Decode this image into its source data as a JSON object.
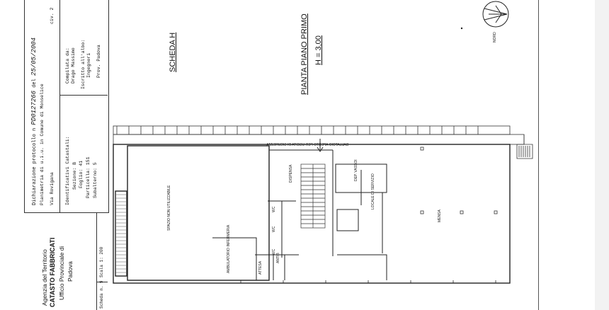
{
  "header": {
    "dichiarazione": "Dichiarazione protocollo n",
    "protocollo": "PD0127266",
    "del_label": "del",
    "del_date": "25/05/2004",
    "planimetria": "Planimetria di u.i.u. in Comune di Monselice",
    "indirizzo": "Via Rovigana",
    "civ": "civ. 2"
  },
  "identificativi": {
    "title": "Identificativi Catastali:",
    "sezione": "Sezione: B",
    "foglio": "Foglio: 41",
    "particella": "Particella: 151",
    "subalterno": "Subalterno: 5"
  },
  "compilata": {
    "title": "Compilata da:",
    "nome": "Drago Massimo",
    "iscritto": "Iscritto all'albo:",
    "albo": "Ingegneri",
    "prov": "Prov. Padova"
  },
  "agenzia": {
    "line1": "Agenzia del Territorio",
    "line2": "CATASTO FABBRICATI",
    "line3": "Ufficio Provinciale di",
    "line4": "Padova"
  },
  "scheda_bottom": "Scheda n. 9",
  "scala": "Scala 1: 200",
  "plan": {
    "scheda": "SCHEDA H",
    "title": "PIANTA PIANO PRIMO",
    "height": "H = 3,00",
    "nord": "NORD",
    "ballatoio": "BALLATOIO APERTO PER USCITA DI SICUREZZA"
  },
  "rooms": {
    "spazio": "SPAZIO NON UTILIZZABILE",
    "dispensa": "DISPENSA",
    "deposito": "DEP. VASSOI",
    "locale": "LOCALE DI SERVIZIO",
    "mensa": "MENSA",
    "ambulatorio": "AMBULATORIO INFERMERIA",
    "attesa": "ATTESA",
    "antib": "ANTIB",
    "wc": "WC"
  }
}
